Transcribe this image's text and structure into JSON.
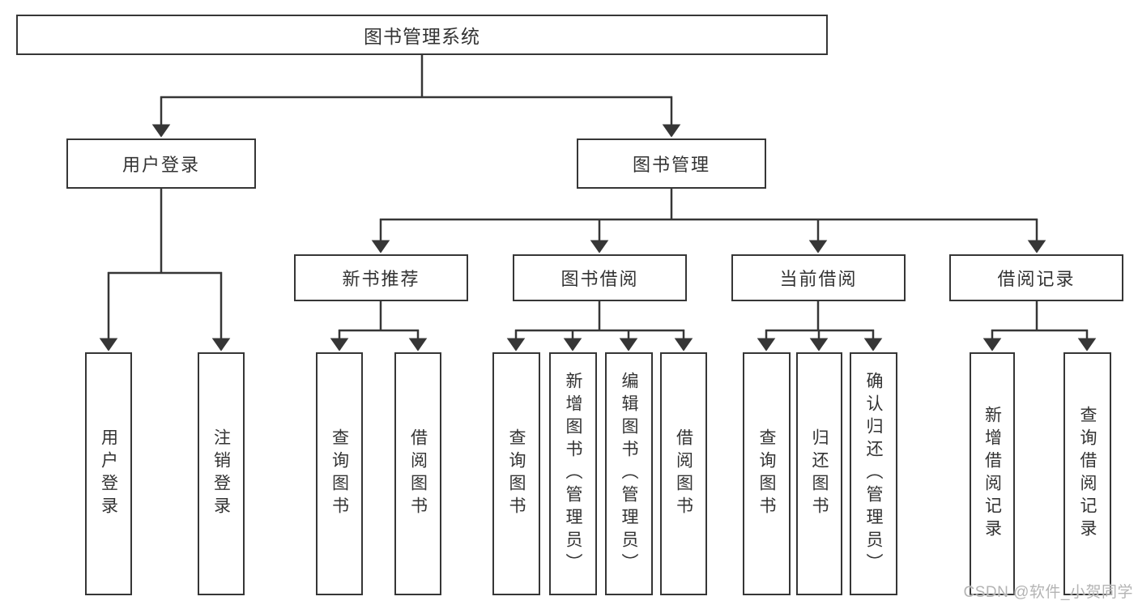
{
  "tree": {
    "label": "图书管理系统",
    "children": [
      {
        "label": "用户登录",
        "children": [
          {
            "label": "用户登录"
          },
          {
            "label": "注销登录"
          }
        ]
      },
      {
        "label": "图书管理",
        "children": [
          {
            "label": "新书推荐",
            "children": [
              {
                "label": "查询图书"
              },
              {
                "label": "借阅图书"
              }
            ]
          },
          {
            "label": "图书借阅",
            "children": [
              {
                "label": "查询图书"
              },
              {
                "label": "新增图书（管理员）"
              },
              {
                "label": "编辑图书（管理员）"
              },
              {
                "label": "借阅图书"
              }
            ]
          },
          {
            "label": "当前借阅",
            "children": [
              {
                "label": "查询图书"
              },
              {
                "label": "归还图书"
              },
              {
                "label": "确认归还（管理员）"
              }
            ]
          },
          {
            "label": "借阅记录",
            "children": [
              {
                "label": "新增借阅记录"
              },
              {
                "label": "查询借阅记录"
              }
            ]
          }
        ]
      }
    ]
  },
  "watermark": "CSDN @软件_小贺同学",
  "colors": {
    "line": "#363636",
    "text": "#333333",
    "watermark": "#b4b4b4",
    "background": "#ffffff"
  }
}
